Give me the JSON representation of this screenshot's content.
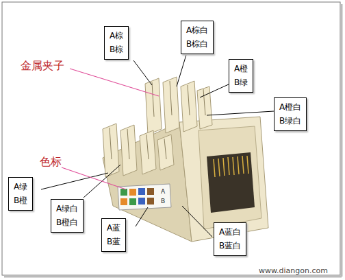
{
  "diagram": {
    "nodes": [
      {
        "text": [
          "A棕",
          "B棕"
        ]
      },
      {
        "text": [
          "A棕白",
          "B棕白"
        ]
      },
      {
        "text": [
          "A橙",
          "B绿"
        ]
      },
      {
        "text": [
          "A橙白",
          "B绿白"
        ]
      },
      {
        "text": [
          "A绿",
          "B橙"
        ]
      },
      {
        "text": [
          "A绿白",
          "B橙白"
        ]
      },
      {
        "text": [
          "A蓝",
          "B蓝"
        ]
      },
      {
        "text": [
          "A蓝白",
          "B蓝白"
        ]
      }
    ],
    "labels": [
      "金属夹子",
      "色标",
      "A",
      "B",
      "www.diangon.com"
    ]
  }
}
